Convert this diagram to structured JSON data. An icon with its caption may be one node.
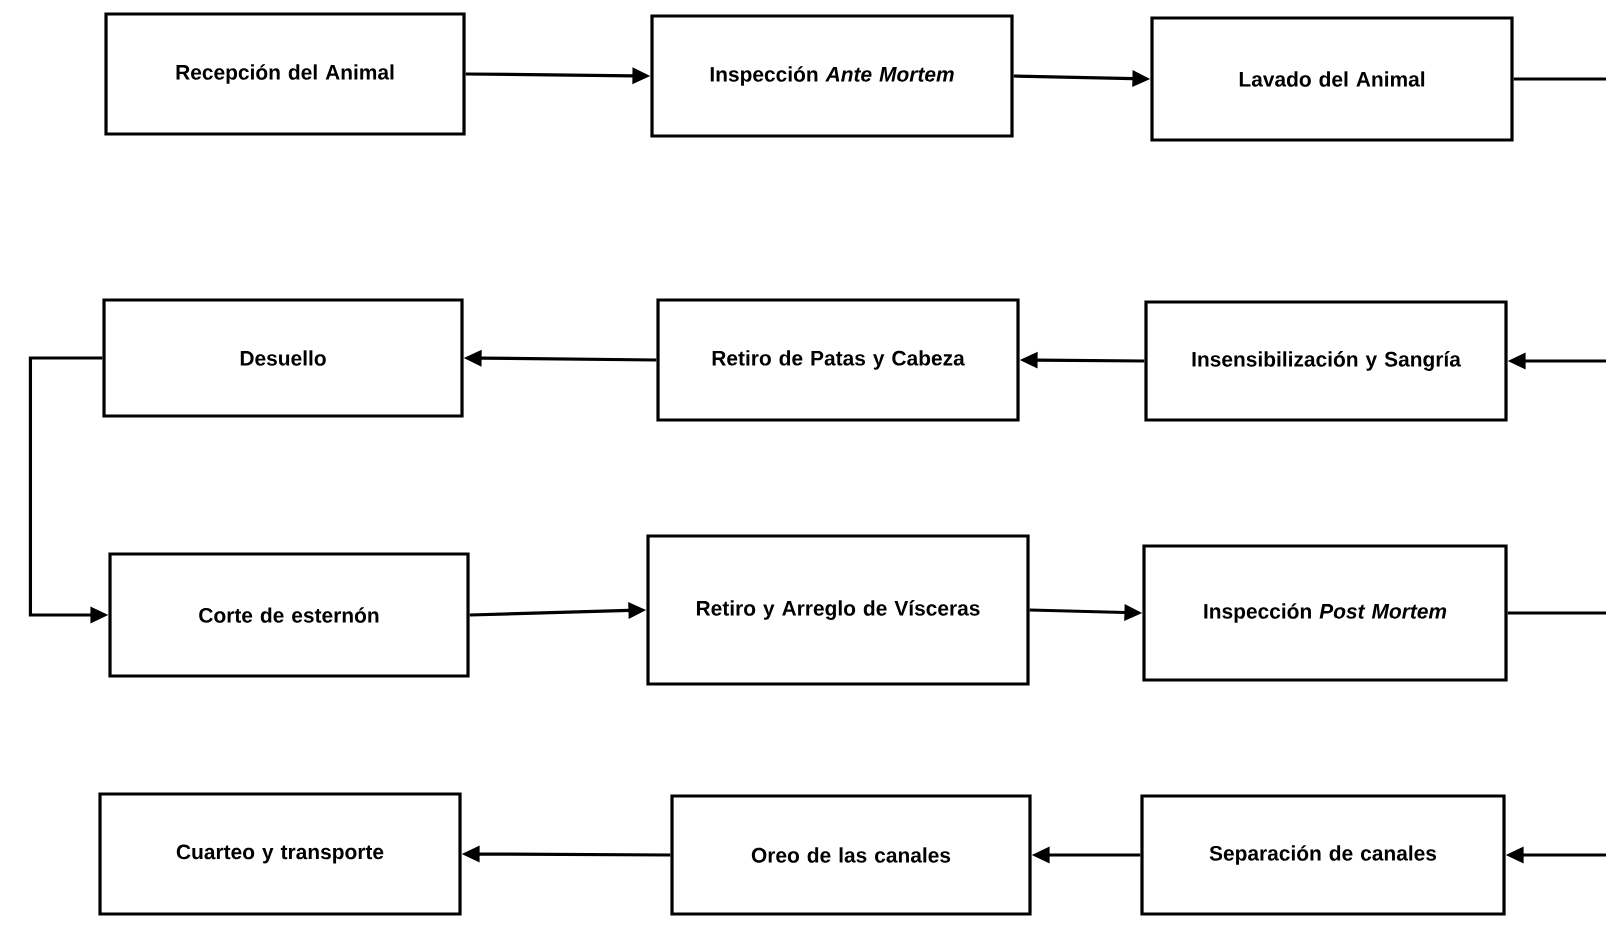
{
  "diagram": {
    "nodes": [
      {
        "text": [
          "Recepción del Animal"
        ]
      },
      {
        "text": [
          "Inspección *Ante Mortem*"
        ]
      },
      {
        "text": [
          "Lavado del Animal"
        ]
      },
      {
        "text": [
          "Desuello"
        ]
      },
      {
        "text": [
          "Retiro de Patas y Cabeza"
        ]
      },
      {
        "text": [
          "Insensibilización y Sangría"
        ]
      },
      {
        "text": [
          "Corte de esternón"
        ]
      },
      {
        "text": [
          "Retiro y Arreglo de Vísceras"
        ]
      },
      {
        "text": [
          "Inspección *Post Mortem*"
        ]
      },
      {
        "text": [
          "Cuarteo y transporte"
        ]
      },
      {
        "text": [
          "Oreo  de las canales"
        ]
      },
      {
        "text": [
          "Separación de canales"
        ]
      }
    ],
    "edges": [
      {
        "from": 0,
        "to": 1,
        "arrow": "to"
      },
      {
        "from": 1,
        "to": 2,
        "arrow": "to"
      },
      {
        "from": 2,
        "to": null,
        "arrow": "none"
      },
      {
        "from": null,
        "to": 5,
        "arrow": "to"
      },
      {
        "from": 5,
        "to": 4,
        "arrow": "to"
      },
      {
        "from": 4,
        "to": 3,
        "arrow": "to"
      },
      {
        "from": 3,
        "to": 6,
        "arrow": "to"
      },
      {
        "from": 6,
        "to": 7,
        "arrow": "to"
      },
      {
        "from": 7,
        "to": 8,
        "arrow": "to"
      },
      {
        "from": 8,
        "to": null,
        "arrow": "none"
      },
      {
        "from": null,
        "to": 11,
        "arrow": "to"
      },
      {
        "from": 11,
        "to": 10,
        "arrow": "to"
      },
      {
        "from": 10,
        "to": 9,
        "arrow": "to"
      }
    ]
  }
}
